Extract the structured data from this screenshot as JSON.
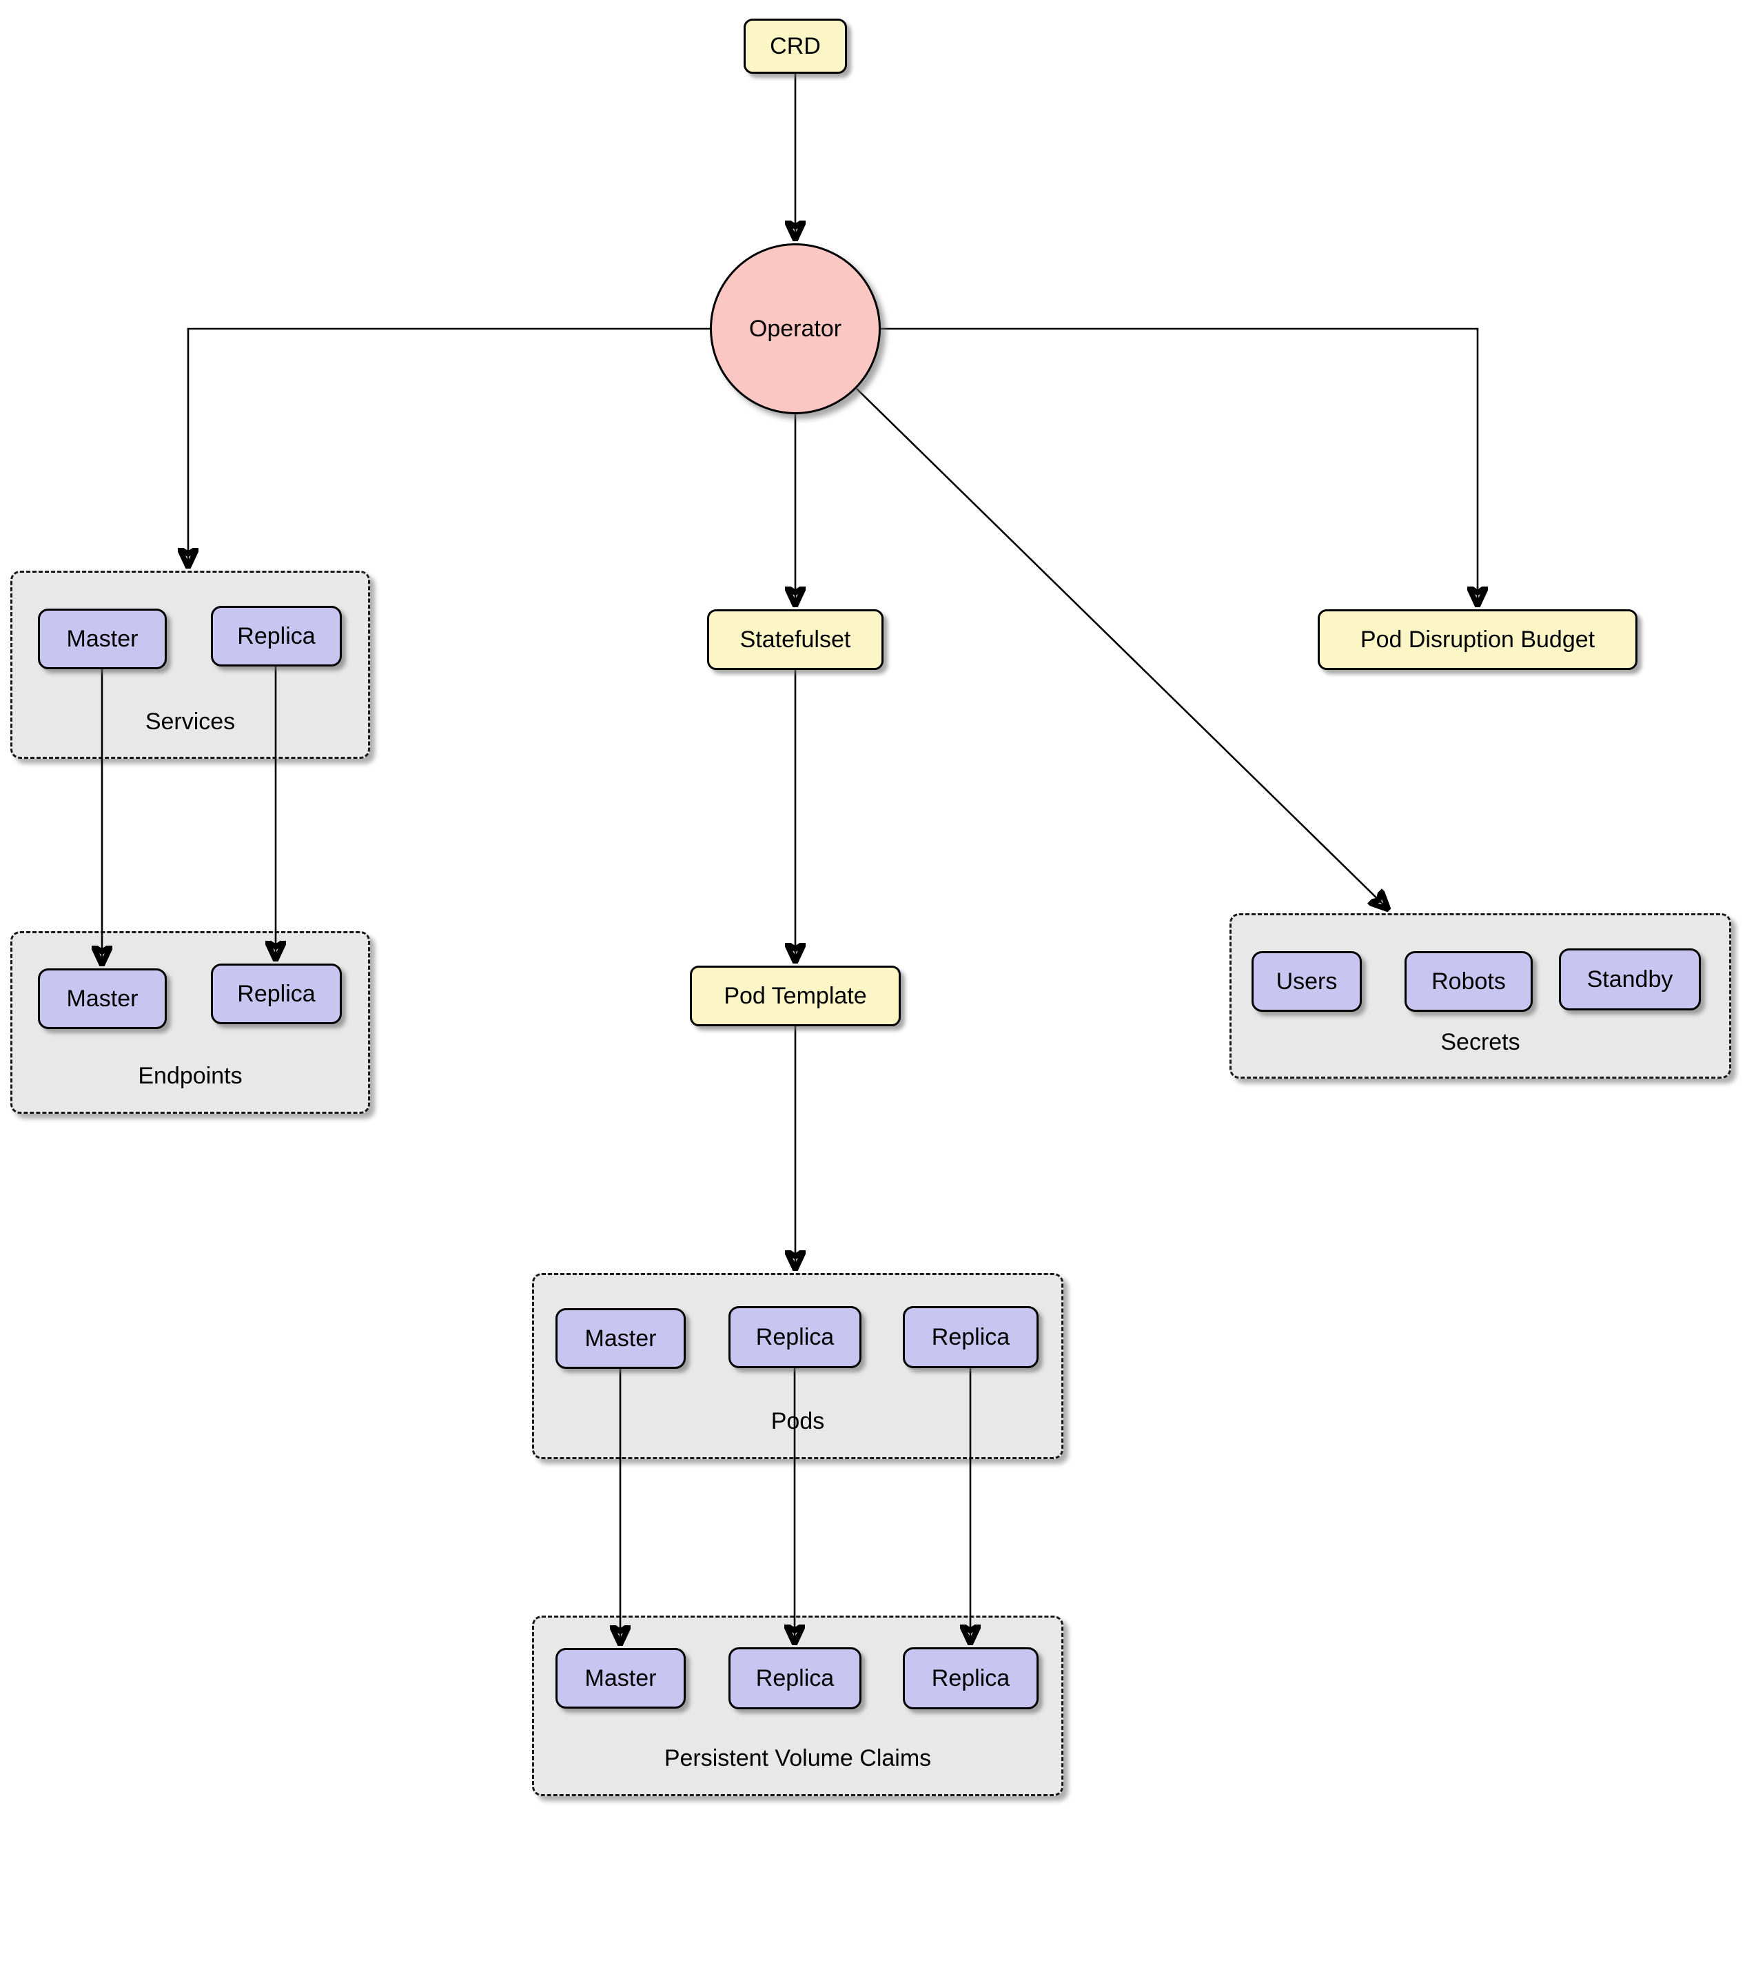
{
  "diagram": {
    "nodes": {
      "crd": {
        "label": "CRD"
      },
      "operator": {
        "label": "Operator"
      },
      "statefulset": {
        "label": "Statefulset"
      },
      "pod_template": {
        "label": "Pod Template"
      },
      "pod_disruption_budget": {
        "label": "Pod Disruption Budget"
      }
    },
    "groups": {
      "services": {
        "label": "Services",
        "items": [
          "Master",
          "Replica"
        ]
      },
      "endpoints": {
        "label": "Endpoints",
        "items": [
          "Master",
          "Replica"
        ]
      },
      "secrets": {
        "label": "Secrets",
        "items": [
          "Users",
          "Robots",
          "Standby"
        ]
      },
      "pods": {
        "label": "Pods",
        "items": [
          "Master",
          "Replica",
          "Replica"
        ]
      },
      "persistent_volume_claims": {
        "label": "Persistent Volume Claims",
        "items": [
          "Master",
          "Replica",
          "Replica"
        ]
      }
    },
    "edges": [
      {
        "from": "crd",
        "to": "operator"
      },
      {
        "from": "operator",
        "to": "services"
      },
      {
        "from": "operator",
        "to": "statefulset"
      },
      {
        "from": "operator",
        "to": "pod_disruption_budget"
      },
      {
        "from": "operator",
        "to": "secrets"
      },
      {
        "from": "services.master",
        "to": "endpoints.master"
      },
      {
        "from": "services.replica",
        "to": "endpoints.replica"
      },
      {
        "from": "statefulset",
        "to": "pod_template"
      },
      {
        "from": "pod_template",
        "to": "pods"
      },
      {
        "from": "pods.master",
        "to": "persistent_volume_claims.master"
      },
      {
        "from": "pods.replica_1",
        "to": "persistent_volume_claims.replica_1"
      },
      {
        "from": "pods.replica_2",
        "to": "persistent_volume_claims.replica_2"
      }
    ],
    "colors": {
      "node_fill": "#FCF5C6",
      "operator_fill": "#FAC7C3",
      "item_fill": "#C9C5F1",
      "group_fill": "#E8E8E8",
      "stroke": "#000000"
    }
  }
}
